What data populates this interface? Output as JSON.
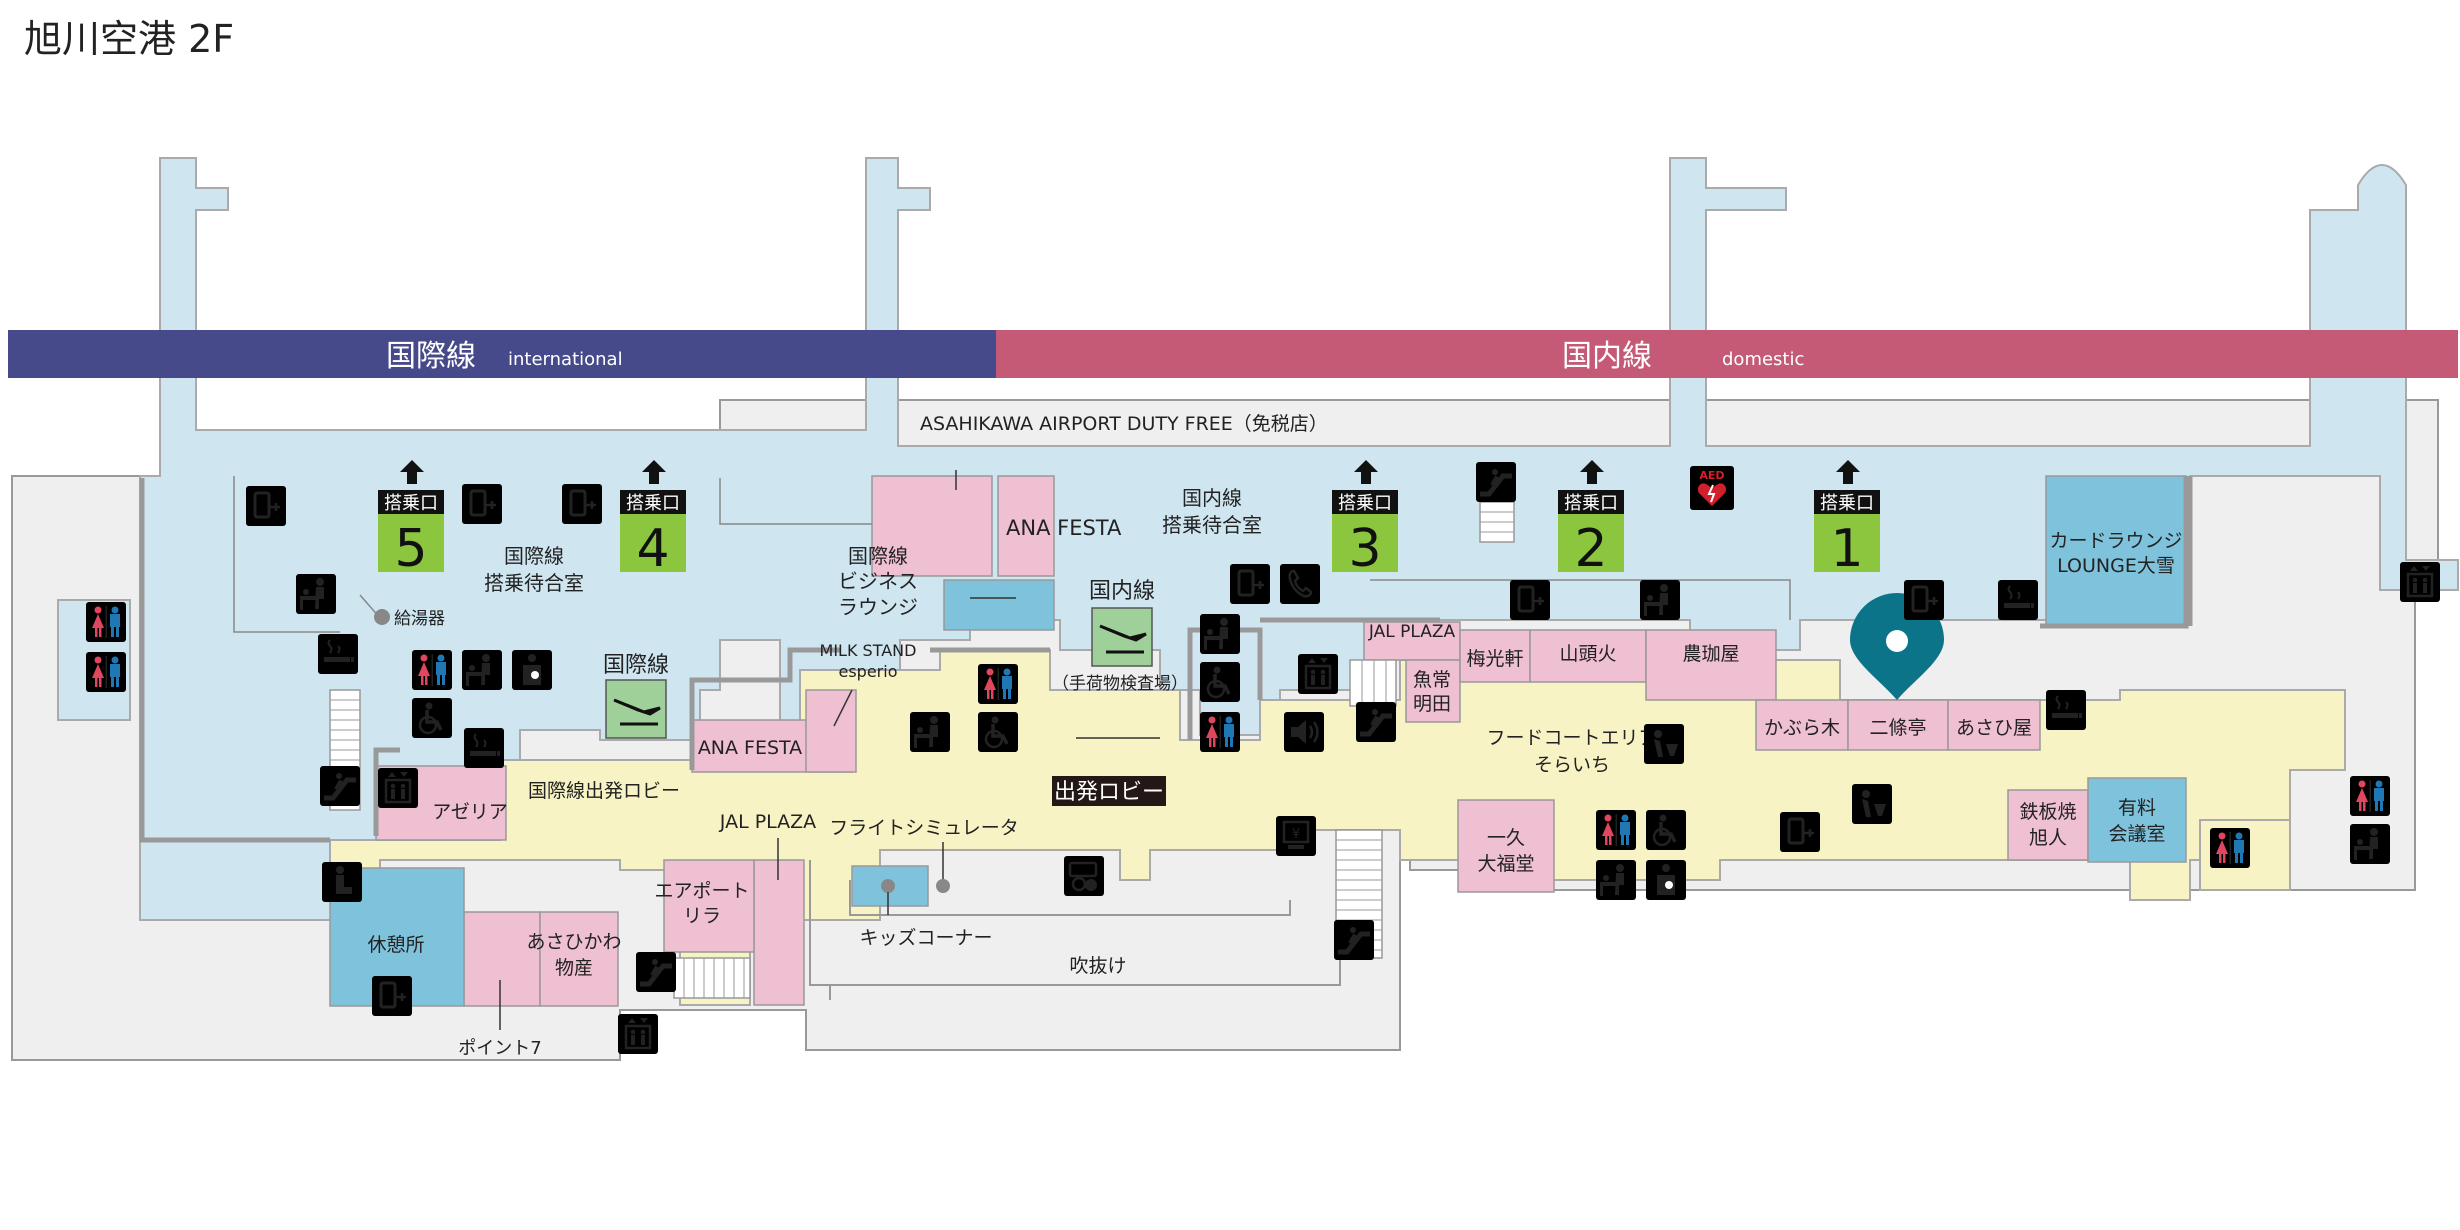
{
  "title": "旭川空港 2F",
  "bands": {
    "international_ja": "国際線",
    "international_en": "international",
    "domestic_ja": "国内線",
    "domestic_en": "domestic"
  },
  "gates": [
    {
      "label": "搭乗口",
      "number": "5"
    },
    {
      "label": "搭乗口",
      "number": "4"
    },
    {
      "label": "搭乗口",
      "number": "3"
    },
    {
      "label": "搭乗口",
      "number": "2"
    },
    {
      "label": "搭乗口",
      "number": "1"
    }
  ],
  "areas": {
    "duty_free": "ASAHIKAWA AIRPORT DUTY FREE（免税店）",
    "ana_festa_top": "ANA FESTA",
    "domestic_waiting_1": "国内線",
    "domestic_waiting_2": "搭乗待合室",
    "intl_waiting_1": "国際線",
    "intl_waiting_2": "搭乗待合室",
    "biz_lounge_1": "国際線",
    "biz_lounge_2": "ビジネス",
    "biz_lounge_3": "ラウンジ",
    "card_lounge_1": "カードラウンジ",
    "card_lounge_2": "LOUNGE大雪",
    "hot_water": "給湯器",
    "intl_gate_sign": "国際線",
    "domestic_gate_sign": "国内線",
    "baggage_check": "（手荷物検査場）",
    "milk_stand_1": "MILK STAND",
    "milk_stand_2": "esperio",
    "ana_festa_bottom": "ANA FESTA",
    "jal_plaza_top": "JAL PLAZA",
    "uo_1": "魚常",
    "uo_2": "明田",
    "baikouken": "梅光軒",
    "santouka": "山頭火",
    "noukouya": "農珈屋",
    "kaburagi": "かぶら木",
    "nijoutei": "二條亭",
    "asahiya": "あさひ屋",
    "food_court_1": "フードコートエリア",
    "food_court_2": "そらいち",
    "departure_lobby": "出発ロビー",
    "intl_departure_lobby": "国際線出発ロビー",
    "azalea": "アゼリア",
    "jal_plaza_bottom": "JAL PLAZA",
    "flight_sim": "フライトシミュレータ",
    "airport_lila_1": "エアポート",
    "airport_lila_2": "リラ",
    "kids_corner": "キッズコーナー",
    "atrium": "吹抜け",
    "rest_area": "休憩所",
    "asahikawa_bussan_1": "あさひかわ",
    "asahikawa_bussan_2": "物産",
    "point7": "ポイント7",
    "ikkyu_1": "一久",
    "ikkyu_2": "大福堂",
    "teppanyaki_1": "鉄板焼",
    "teppanyaki_2": "旭人",
    "meeting_1": "有料",
    "meeting_2": "会議室",
    "aed": "AED"
  },
  "colors": {
    "international_band": "#474a8a",
    "domestic_band": "#c45a76",
    "gate_area": "#cfe6f1",
    "lobby": "#f7f3c4",
    "shop": "#efbfd2",
    "lounge": "#7fc2dc",
    "gate_sign": "#8cc53e",
    "pin": "#0c7488",
    "grey": "#efefef"
  },
  "icons": [
    "phone-charge-icon",
    "smoking-icon",
    "elevator-icon",
    "escalator-icon",
    "restroom-icon",
    "wheelchair-icon",
    "baby-care-icon",
    "nursing-room-icon",
    "prayer-room-icon",
    "drinking-fountain-icon",
    "telephone-icon",
    "atm-icon",
    "currency-exchange-icon",
    "speaker-icon",
    "aed-icon",
    "location-pin-icon"
  ]
}
